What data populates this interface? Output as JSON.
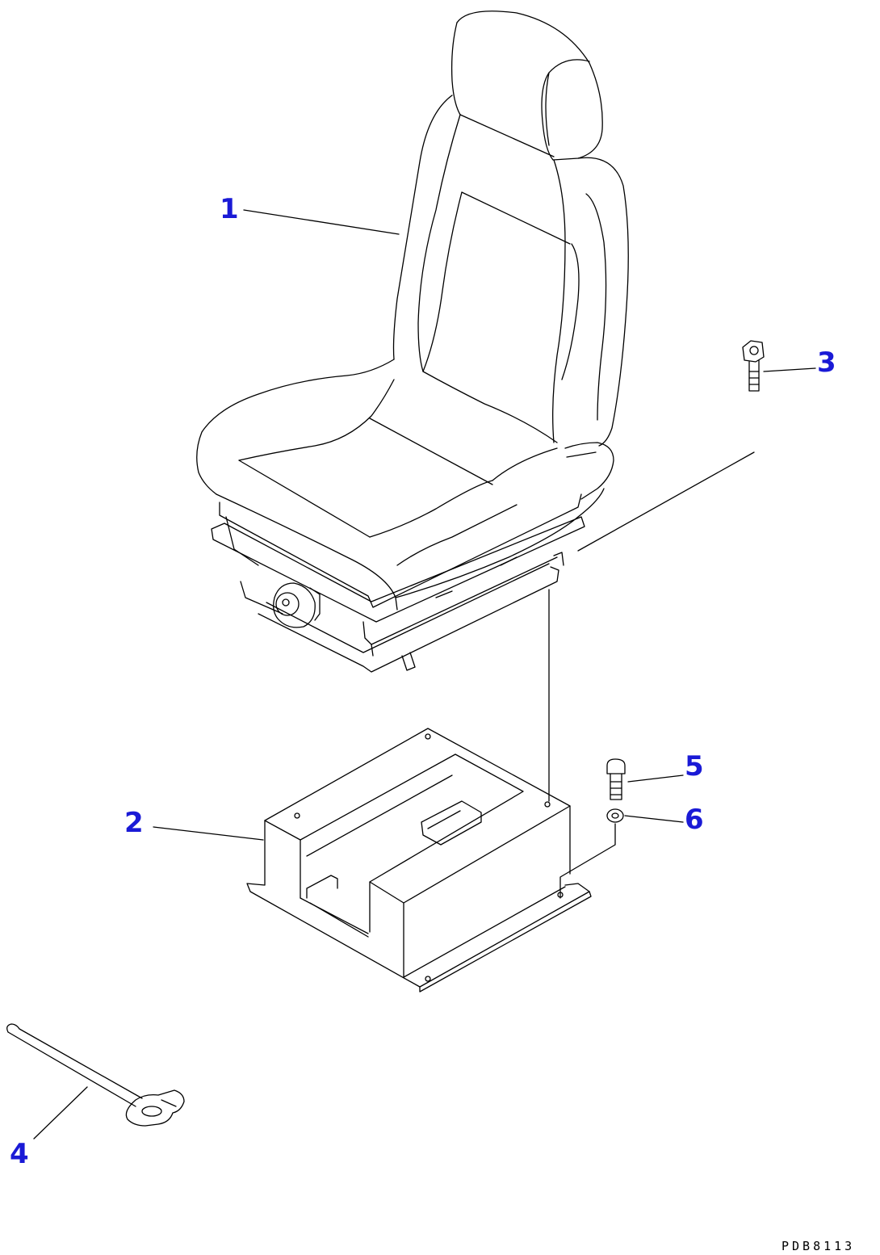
{
  "callouts": [
    {
      "id": "1",
      "label": "1"
    },
    {
      "id": "2",
      "label": "2"
    },
    {
      "id": "3",
      "label": "3"
    },
    {
      "id": "4",
      "label": "4"
    },
    {
      "id": "5",
      "label": "5"
    },
    {
      "id": "6",
      "label": "6"
    }
  ],
  "drawing_ref": "PDB8113",
  "colors": {
    "callout": "#1a1ad6",
    "line": "#000000",
    "background": "#ffffff"
  }
}
